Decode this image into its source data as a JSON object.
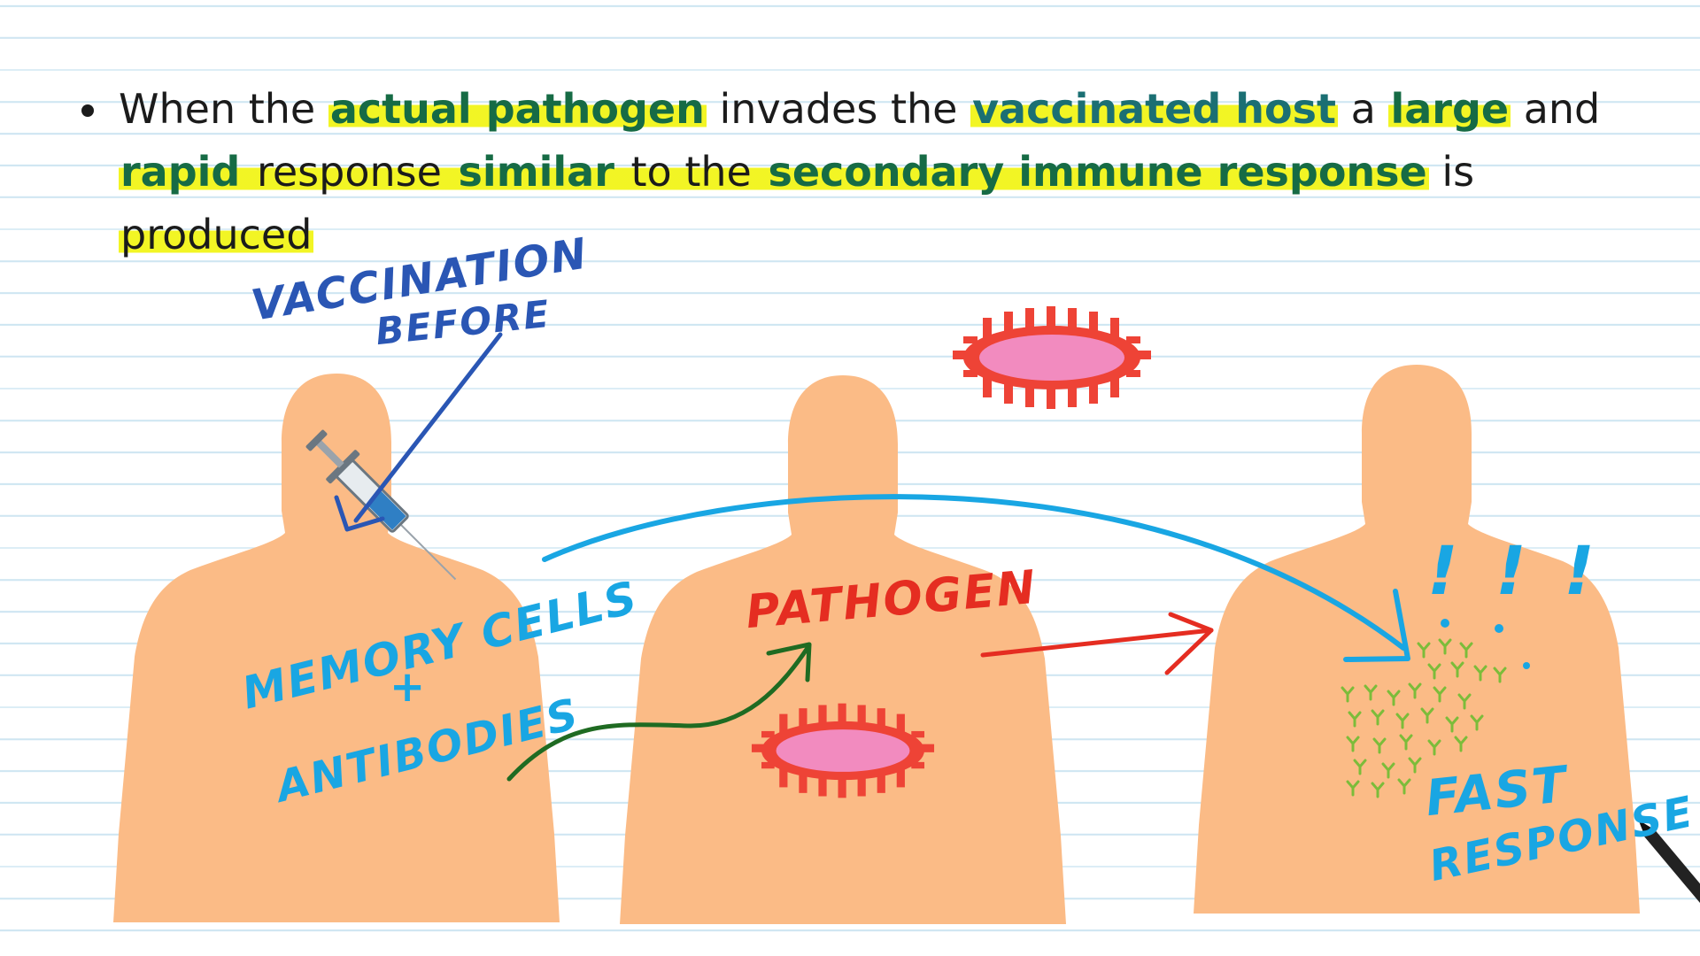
{
  "bullet": {
    "s1": "When the ",
    "s2": "actual pathogen",
    "s3": " invades the ",
    "s4": "vaccinated host",
    "s5": " a ",
    "s6": "large",
    "s7": " and ",
    "s8": "rapid",
    "s9": " response ",
    "s10": "similar",
    "s11": " to the ",
    "s12": "secondary immune response",
    "s13": " is ",
    "s14": "produced"
  },
  "annotations": {
    "vaccination_line1": "VACCINATION",
    "vaccination_line2": "BEFORE",
    "memory_line1": "MEMORY CELLS",
    "memory_plus": "+",
    "memory_line2": "ANTIBODIES",
    "pathogen": "PATHOGEN",
    "exclaim": "! ! !",
    "fast_line1": "FAST",
    "fast_line2": "RESPONSE"
  },
  "colors": {
    "highlight": "#f1f412",
    "keyword_green": "#166b45",
    "skin": "#fbbb86",
    "pathogen_spikes": "#ee4336",
    "pathogen_body": "#f28bbf",
    "ink_blue": "#2a56b4",
    "ink_cyan": "#19a6e3",
    "ink_red": "#e52d21",
    "ink_green": "#1f6b22",
    "antibody_green": "#7cbc3a"
  },
  "icons": [
    "syringe-icon",
    "pathogen-icon",
    "antibody-icon",
    "pen-icon"
  ]
}
